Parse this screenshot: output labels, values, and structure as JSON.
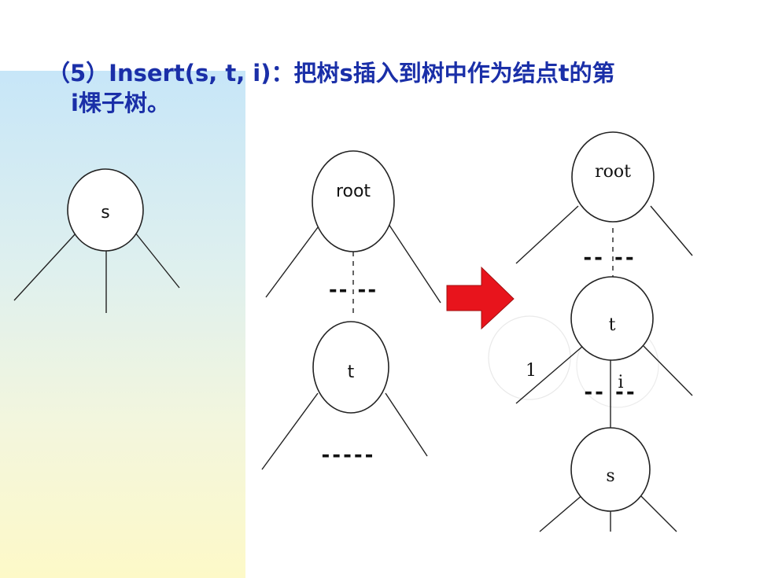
{
  "title": {
    "line1": "（5）Insert(s, t, i)：把树s插入到树中作为结点t的第",
    "line2": "i棵子树。"
  },
  "tree_s": {
    "node": "s"
  },
  "tree_before": {
    "root": "root",
    "dashes_upper": "-- --",
    "node": "t",
    "dashes_lower": "-----"
  },
  "arrow": {
    "color": "#e8141c"
  },
  "tree_after": {
    "root": "root",
    "dashes_upper": "--  --",
    "node_t": "t",
    "child_first": "1",
    "child_i": "i",
    "dashes_lower": "--  --",
    "node_s": "s"
  },
  "colors": {
    "title": "#1a2fa8",
    "band_top": "#c7e6f8",
    "band_bottom": "#fdf9c8"
  }
}
